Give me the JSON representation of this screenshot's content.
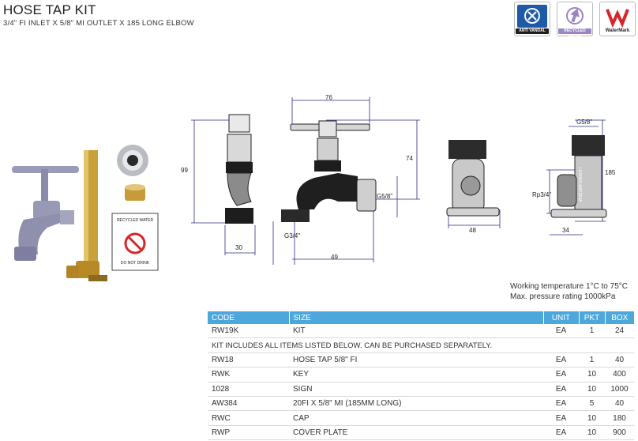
{
  "header": {
    "title": "HOSE TAP KIT",
    "subtitle": "3/4\" FI INLET X 5/8\" MI OUTLET X 185 LONG ELBOW"
  },
  "badges": [
    {
      "label": "ANTI VANDAL",
      "color": "#1f5aa8",
      "icon": "anti-vandal-icon"
    },
    {
      "label": "RECYCLED WATER",
      "color": "#9b86c4",
      "icon": "recycle-icon"
    },
    {
      "label": "WaterMark",
      "color": "#d9252a",
      "icon": "watermark-icon"
    }
  ],
  "sign": {
    "top": "RECYCLED WATER",
    "bottom": "DO NOT DRINK"
  },
  "dimensions": {
    "d99": "99",
    "d30": "30",
    "d76": "76",
    "d74": "74",
    "g58": "G5/8\"",
    "g34": "G3/4\"",
    "d49": "49",
    "d48": "48",
    "g58b": "G5/8\"",
    "d185": "185",
    "rp34": "Rp3/4\"",
    "d34": "34",
    "brand": "LEADER MATERIA"
  },
  "specs": {
    "temp": "Working temperature 1°C to 75°C",
    "pressure": "Max. pressure rating 1000kPa"
  },
  "table": {
    "headers": {
      "code": "CODE",
      "size": "SIZE",
      "unit": "UNIT",
      "pkt": "PKT",
      "box": "BOX"
    },
    "row_kit": {
      "code": "RW19K",
      "size": "KIT",
      "unit": "EA",
      "pkt": "1",
      "box": "24"
    },
    "note": "KIT INCLUDES ALL ITEMS LISTED BELOW. CAN BE PURCHASED SEPARATELY.",
    "rows": [
      {
        "code": "RW18",
        "size": "HOSE TAP 5/8\" FI",
        "unit": "EA",
        "pkt": "1",
        "box": "40"
      },
      {
        "code": "RWK",
        "size": "KEY",
        "unit": "EA",
        "pkt": "10",
        "box": "400"
      },
      {
        "code": "1028",
        "size": "SIGN",
        "unit": "EA",
        "pkt": "10",
        "box": "1000"
      },
      {
        "code": "AW384",
        "size": "20FI X 5/8\" MI (185MM LONG)",
        "unit": "EA",
        "pkt": "5",
        "box": "40"
      },
      {
        "code": "RWC",
        "size": "CAP",
        "unit": "EA",
        "pkt": "10",
        "box": "180"
      },
      {
        "code": "RWP",
        "size": "COVER PLATE",
        "unit": "EA",
        "pkt": "10",
        "box": "900"
      }
    ]
  }
}
